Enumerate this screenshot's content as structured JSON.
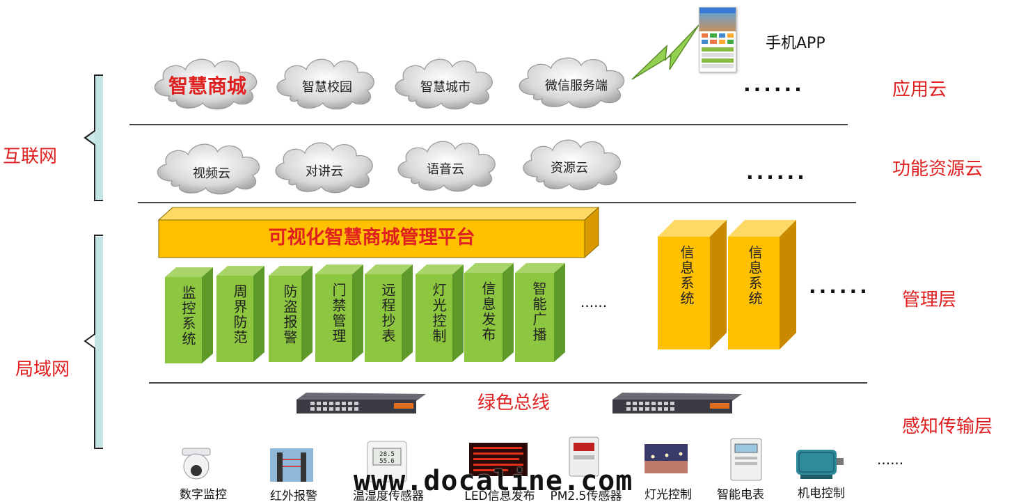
{
  "sides": {
    "internet": "互联网",
    "lan": "局域网"
  },
  "layers": {
    "app_cloud": "应用云",
    "func_cloud": "功能资源云",
    "mgmt": "管理层",
    "sense": "感知传输层"
  },
  "app_clouds": [
    "智慧商城",
    "智慧校园",
    "智慧城市",
    "微信服务端"
  ],
  "func_clouds": [
    "视频云",
    "对讲云",
    "语音云",
    "资源云"
  ],
  "mobile_app": "手机APP",
  "platform": "可视化智慧商城管理平台",
  "subsystems": [
    "监控系统",
    "周界防范",
    "防盗报警",
    "门禁管理",
    "远程抄表",
    "灯光控制",
    "信息发布",
    "智能广播"
  ],
  "info_systems": [
    "信息系统",
    "信息系统"
  ],
  "ellipsis": {
    "long": "······",
    "short": "······"
  },
  "bus_label": "绿色总线",
  "devices": [
    "数字监控",
    "红外报警",
    "温湿度传感器",
    "LED信息发布",
    "PM2.5传感器",
    "灯光控制",
    "智能电表",
    "机电控制"
  ],
  "watermark": "www.docaline.com",
  "colors": {
    "accent_red": "#e02020",
    "green_box": "#8dc63f",
    "yellow_box": "#ffc000",
    "bracket": "#b9e0e0"
  }
}
